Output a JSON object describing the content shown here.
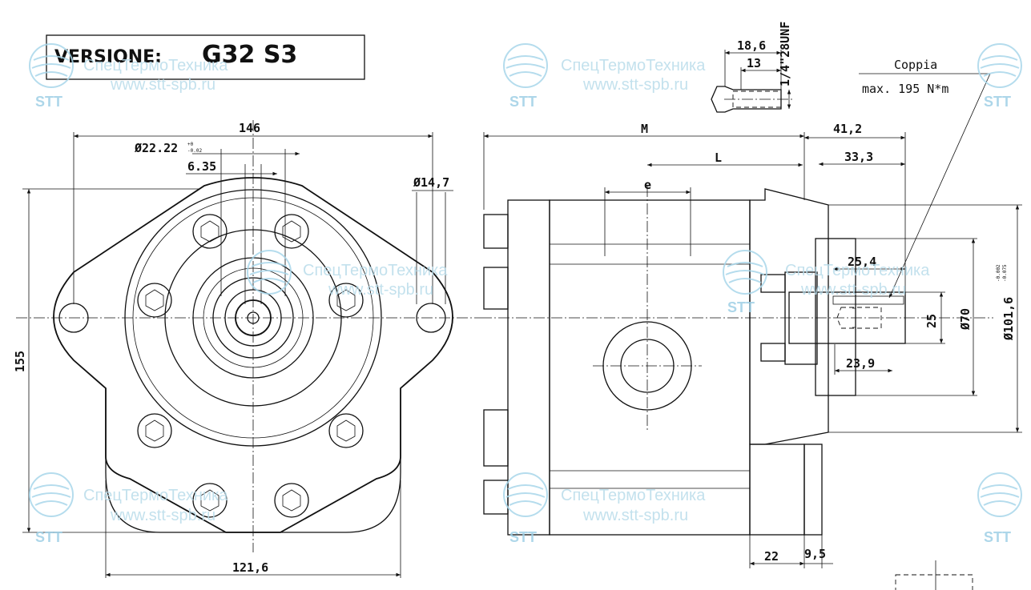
{
  "version": {
    "label": "VERSIONE:",
    "value": "G32 S3"
  },
  "watermark": {
    "company": "СпецТермоТехника",
    "url": "www.stt-spb.ru",
    "logo": "STT"
  },
  "front_view": {
    "width_flange": "146",
    "shaft_dia": "Ø22.22",
    "shaft_tol_upper": "+0",
    "shaft_tol_lower": "-0.02",
    "key_width": "6.35",
    "hole_dia": "Ø14,7",
    "height": "155",
    "base_width": "121,6"
  },
  "side_view": {
    "overall": "M",
    "length_l": "L",
    "port_offset": "e",
    "shaft_length": "41,2",
    "shaft_sub": "33,3",
    "spline_len": "25,4",
    "key_len": "23,9",
    "shaft_d": "25",
    "pilot_d": "Ø70",
    "flange_d": "Ø101,6",
    "flange_tol_upper": "-0.002",
    "flange_tol_lower": "-0.075",
    "flange_thk": "22",
    "shoulder": "9,5"
  },
  "thread_detail": {
    "depth_total": "18,6",
    "depth_thread": "13",
    "thread": "1/4\"28UNF"
  },
  "torque": {
    "title": "Coppia",
    "value": "max. 195 N*m"
  }
}
